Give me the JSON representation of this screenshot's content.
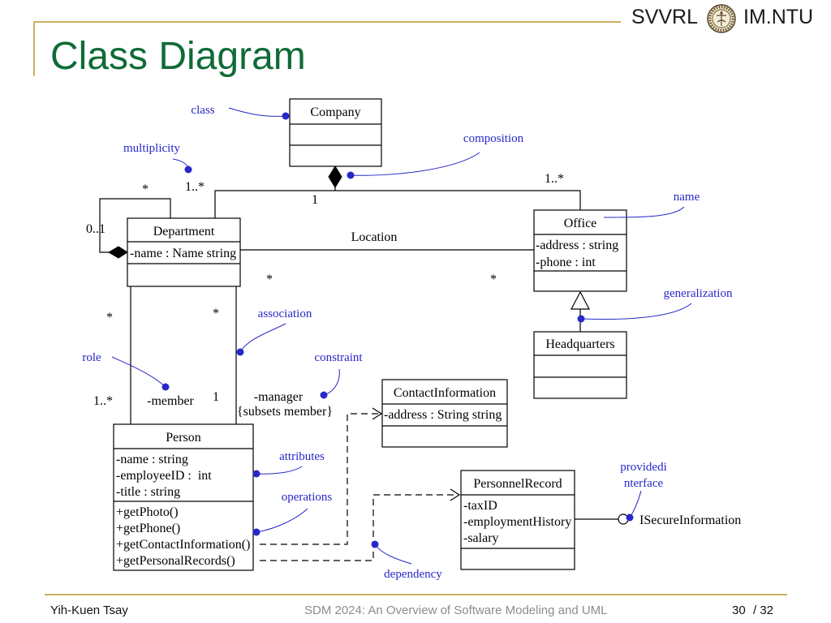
{
  "theme": {
    "accent_line": "#cdb060",
    "title_color": "#0f6b37",
    "annotation_color": "#2828c8",
    "footer_muted": "#8c8c8c",
    "ink": "#000000"
  },
  "header": {
    "org_left": "SVVRL",
    "logo_icon": "university-seal-icon",
    "org_right": "IM.NTU"
  },
  "title": "Class Diagram",
  "diagram": {
    "classes": {
      "company": {
        "name": "Company"
      },
      "department": {
        "name": "Department",
        "attributes": [
          "-name : Name string"
        ]
      },
      "office": {
        "name": "Office",
        "attributes": [
          "-address : string",
          "-phone : int"
        ]
      },
      "headquarters": {
        "name": "Headquarters"
      },
      "person": {
        "name": "Person",
        "attributes": [
          "-name : string",
          "-employeeID :  int",
          "-title : string"
        ],
        "operations": [
          "+getPhoto()",
          "+getPhone()",
          "+getContactInformation()",
          "+getPersonalRecords()"
        ]
      },
      "contact_information": {
        "name": "ContactInformation",
        "attributes": [
          "-address : String string"
        ]
      },
      "personnel_record": {
        "name": "PersonnelRecord",
        "attributes": [
          "-taxID",
          "-employmentHistory",
          "-salary"
        ]
      }
    },
    "interface": {
      "name": "ISecureInformation"
    },
    "composition_company": {
      "company_end": "1",
      "department_end": "1..*",
      "office_end": "1..*"
    },
    "composition_department_self": {
      "whole_end": "0..1",
      "part_end": "*"
    },
    "association_location": {
      "name": "Location",
      "department_end": "*",
      "office_end": "*"
    },
    "association_member": {
      "department_end": "*",
      "person_end": "1..*",
      "role": "-member"
    },
    "association_manager": {
      "department_end": "*",
      "person_end": "1",
      "role": "-manager",
      "constraint": "{subsets member}"
    }
  },
  "annotations": {
    "class": "class",
    "multiplicity": "multiplicity",
    "composition": "composition",
    "name": "name",
    "generalization": "generalization",
    "association": "association",
    "role": "role",
    "constraint": "constraint",
    "attributes": "attributes",
    "operations": "operations",
    "dependency": "dependency",
    "provided_interface": [
      "providedi",
      "nterface"
    ]
  },
  "footer": {
    "author": "Yih-Kuen Tsay",
    "course": "SDM 2024: An Overview of Software Modeling and UML",
    "page": "30",
    "total": "/ 32"
  }
}
